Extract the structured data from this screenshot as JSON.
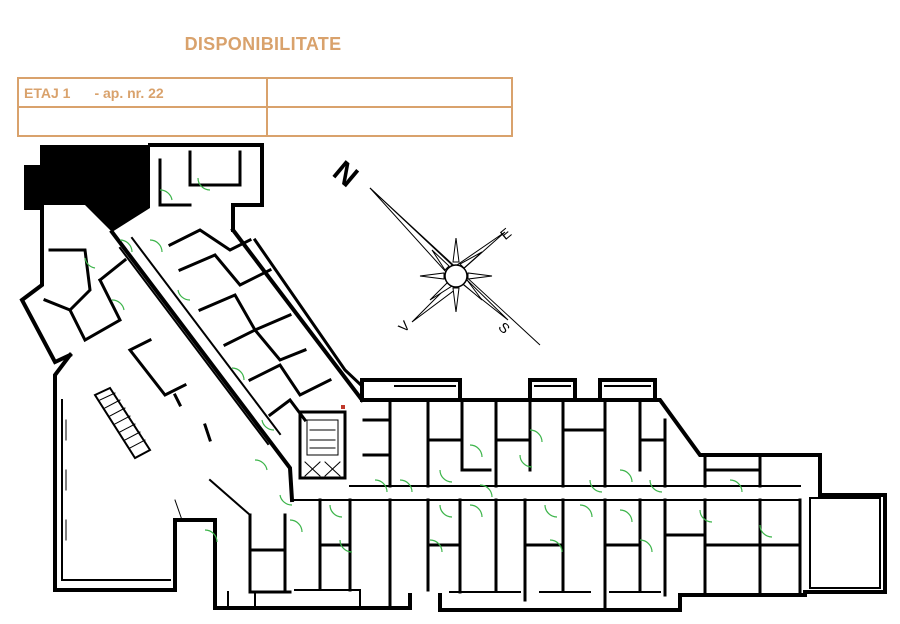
{
  "title": "DISPONIBILITATE",
  "accent": "#d9a26c",
  "info_table": {
    "rows": [
      {
        "floor": "ETAJ 1",
        "apartment": "- ap. nr. 22",
        "col2": ""
      },
      {
        "floor": "",
        "apartment": "",
        "col2": ""
      }
    ]
  },
  "compass": {
    "north": "N",
    "east": "E",
    "south": "S",
    "west": "V"
  },
  "highlight_color": "#000000",
  "door_color": "#3cb44a"
}
